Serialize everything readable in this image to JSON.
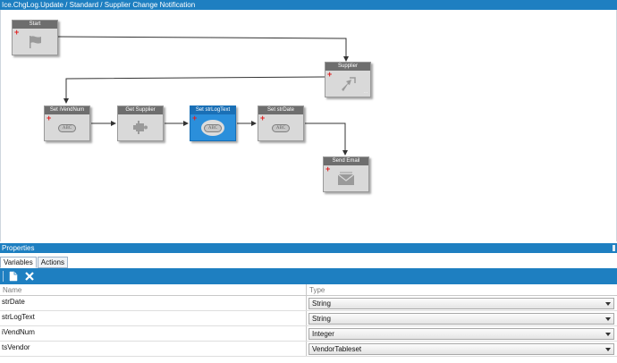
{
  "window": {
    "title": "Ice.ChgLog.Update / Standard / Supplier Change Notification"
  },
  "workflow": {
    "nodes": [
      {
        "id": "start",
        "label": "Start",
        "icon": "flag-icon",
        "selected": false
      },
      {
        "id": "supplier",
        "label": "Supplier",
        "icon": "connector-icon",
        "selected": false,
        "badge": "..."
      },
      {
        "id": "set-ivendnum",
        "label": "Set iVendNum",
        "icon": "abc-icon",
        "selected": false
      },
      {
        "id": "get-supplier",
        "label": "Get Supplier",
        "icon": "method-icon",
        "selected": false
      },
      {
        "id": "set-strlogtext",
        "label": "Set strLogText",
        "icon": "abc-icon",
        "selected": true
      },
      {
        "id": "set-strdate",
        "label": "Set strDate",
        "icon": "abc-icon",
        "selected": false
      },
      {
        "id": "send-email",
        "label": "Send Email",
        "icon": "envelope-icon",
        "selected": false
      }
    ],
    "abc_text": "ABC"
  },
  "properties": {
    "title": "Properties",
    "tabs": [
      {
        "label": "Variables",
        "active": true
      },
      {
        "label": "Actions",
        "active": false
      }
    ],
    "toolbar": {
      "new_icon": "new-document-icon",
      "delete_icon": "delete-x-icon"
    },
    "columns": {
      "name": "Name",
      "type": "Type"
    },
    "rows": [
      {
        "name": "strDate",
        "type": "String"
      },
      {
        "name": "strLogText",
        "type": "String"
      },
      {
        "name": "iVendNum",
        "type": "Integer"
      },
      {
        "name": "tsVendor",
        "type": "VendorTableset"
      }
    ]
  },
  "colors": {
    "accent": "#1e7fc1",
    "selected_node": "#2b8fdb",
    "node_header": "#6e6e6e",
    "plus": "#e02020"
  }
}
